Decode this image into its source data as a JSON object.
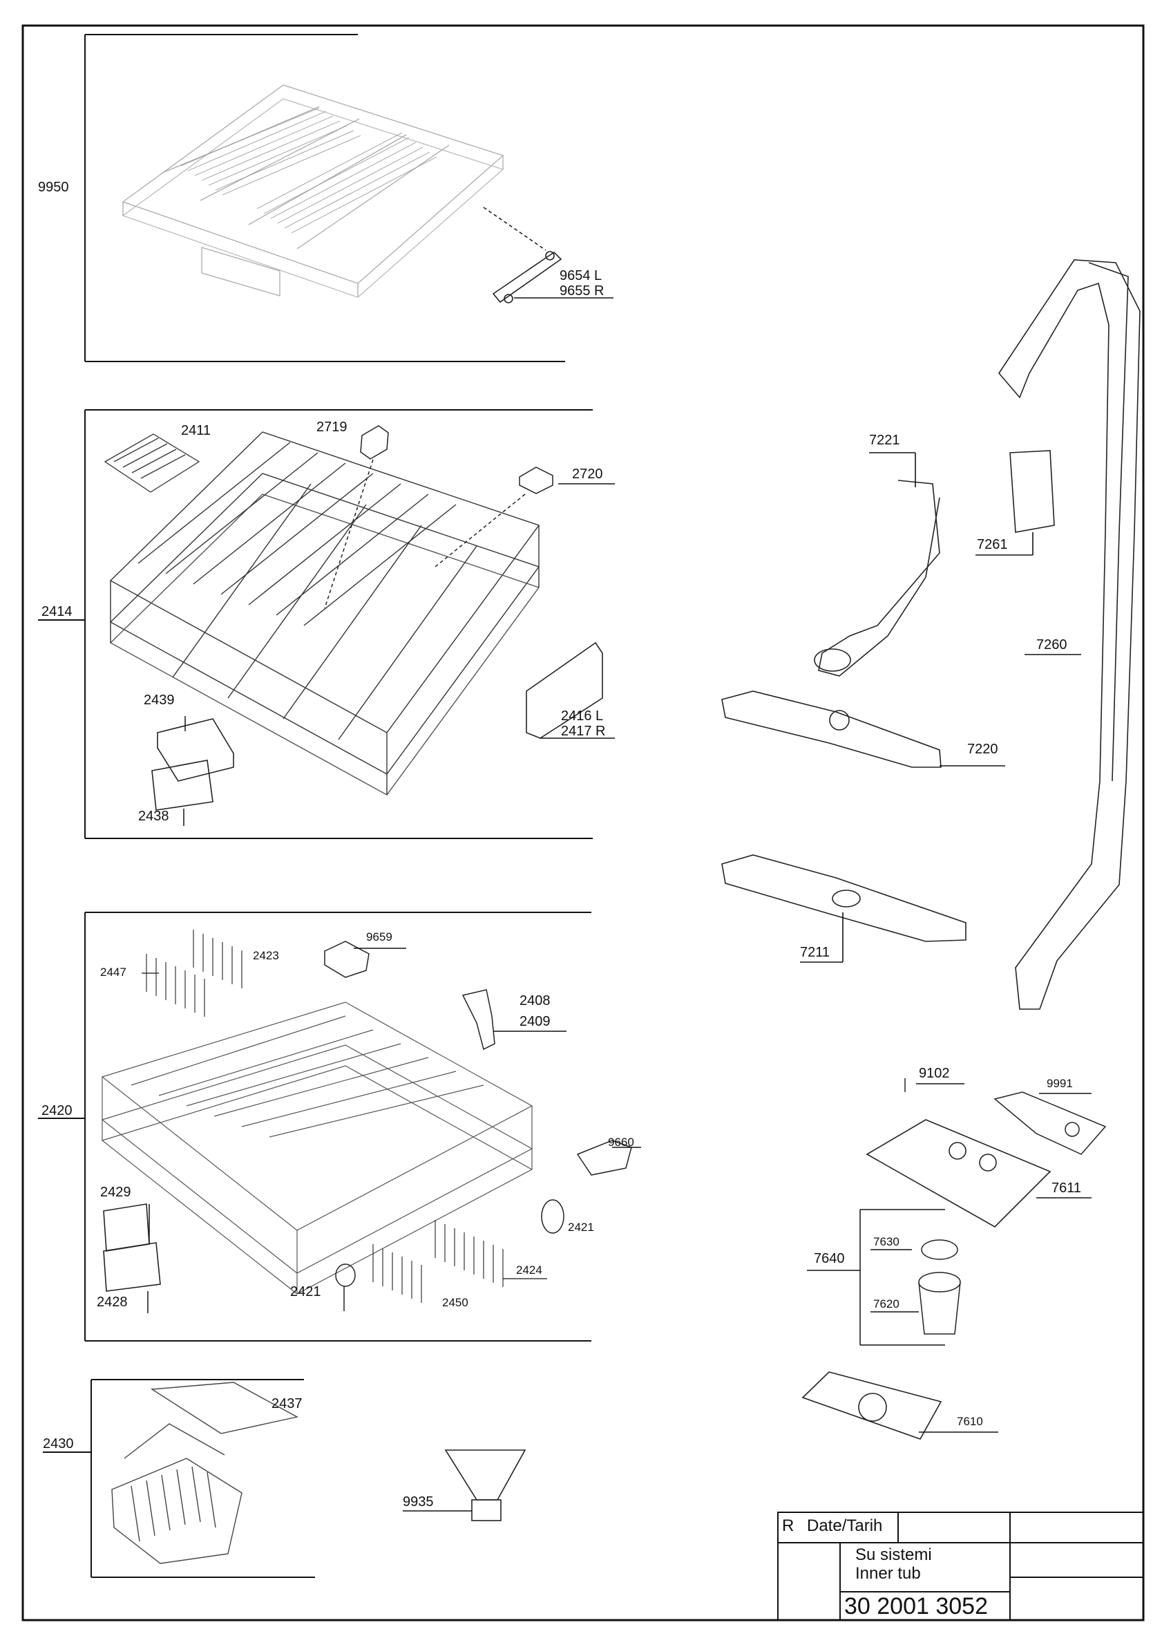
{
  "part_labels": {
    "p9950": "9950",
    "p9654": "9654 L",
    "p9655": "9655 R",
    "p2411": "2411",
    "p2719": "2719",
    "p2720": "2720",
    "p2414": "2414",
    "p2439": "2439",
    "p2438": "2438",
    "p2416": "2416 L",
    "p2417": "2417 R",
    "p2447": "2447",
    "p2423": "2423",
    "p9659": "9659",
    "p2408": "2408",
    "p2409": "2409",
    "p2420": "2420",
    "p9660": "9660",
    "p2429": "2429",
    "p2428": "2428",
    "p2421a": "2421",
    "p2421b": "2421",
    "p2424": "2424",
    "p2450": "2450",
    "p2430": "2430",
    "p2437": "2437",
    "p9935": "9935",
    "p7221": "7221",
    "p7261": "7261",
    "p7260": "7260",
    "p7220": "7220",
    "p7211": "7211",
    "p9102": "9102",
    "p9991": "9991",
    "p7611": "7611",
    "p7640": "7640",
    "p7630": "7630",
    "p7620": "7620",
    "p7610": "7610"
  },
  "title_block": {
    "rev": "R",
    "date_label": "Date/Tarih",
    "title_tr": "Su sistemi",
    "title_en": "Inner tub",
    "doc_number": "30 2001 3052"
  }
}
